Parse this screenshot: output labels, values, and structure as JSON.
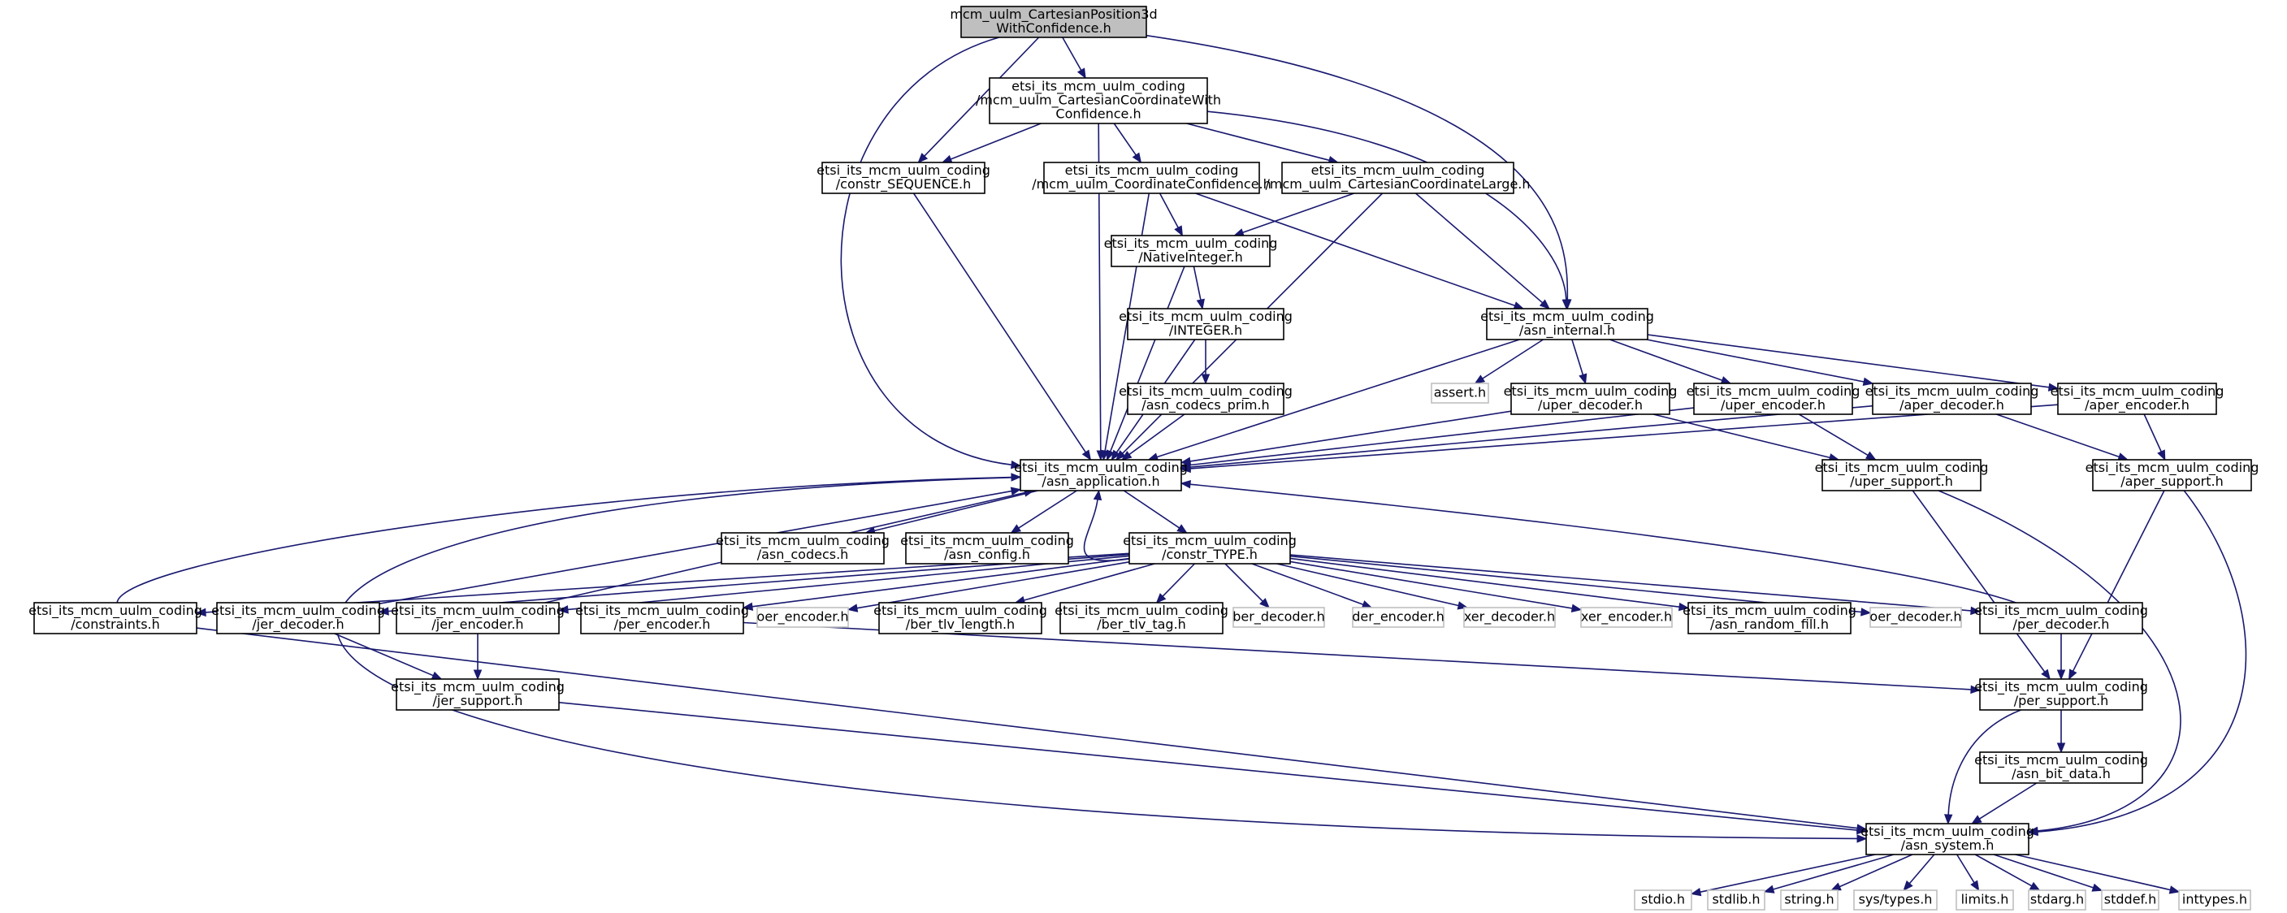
{
  "colors": {
    "edge": "#191970",
    "border": "#000000",
    "ghost_border": "#bfbfbf",
    "root_fill": "#bfbfbf",
    "fill": "#ffffff"
  },
  "nodes": [
    {
      "id": "root",
      "lines": [
        "mcm_uulm_CartesianPosition3d",
        "WithConfidence.h"
      ],
      "style": "root"
    },
    {
      "id": "ccwc",
      "lines": [
        "etsi_its_mcm_uulm_coding",
        "/mcm_uulm_CartesianCoordinateWith",
        "Confidence.h"
      ],
      "style": "normal"
    },
    {
      "id": "cseq",
      "lines": [
        "etsi_its_mcm_uulm_coding",
        "/constr_SEQUENCE.h"
      ],
      "style": "normal"
    },
    {
      "id": "cconf",
      "lines": [
        "etsi_its_mcm_uulm_coding",
        "/mcm_uulm_CoordinateConfidence.h"
      ],
      "style": "normal"
    },
    {
      "id": "cclarge",
      "lines": [
        "etsi_its_mcm_uulm_coding",
        "/mcm_uulm_CartesianCoordinateLarge.h"
      ],
      "style": "normal"
    },
    {
      "id": "nint",
      "lines": [
        "etsi_its_mcm_uulm_coding",
        "/NativeInteger.h"
      ],
      "style": "normal"
    },
    {
      "id": "ainternal",
      "lines": [
        "etsi_its_mcm_uulm_coding",
        "/asn_internal.h"
      ],
      "style": "normal"
    },
    {
      "id": "integer",
      "lines": [
        "etsi_its_mcm_uulm_coding",
        "/INTEGER.h"
      ],
      "style": "normal"
    },
    {
      "id": "assert",
      "lines": [
        "assert.h"
      ],
      "style": "ghost"
    },
    {
      "id": "uperdec",
      "lines": [
        "etsi_its_mcm_uulm_coding",
        "/uper_decoder.h"
      ],
      "style": "normal"
    },
    {
      "id": "uperenc",
      "lines": [
        "etsi_its_mcm_uulm_coding",
        "/uper_encoder.h"
      ],
      "style": "normal"
    },
    {
      "id": "aperdec",
      "lines": [
        "etsi_its_mcm_uulm_coding",
        "/aper_decoder.h"
      ],
      "style": "normal"
    },
    {
      "id": "aperenc",
      "lines": [
        "etsi_its_mcm_uulm_coding",
        "/aper_encoder.h"
      ],
      "style": "normal"
    },
    {
      "id": "codecsprim",
      "lines": [
        "etsi_its_mcm_uulm_coding",
        "/asn_codecs_prim.h"
      ],
      "style": "normal"
    },
    {
      "id": "aapp",
      "lines": [
        "etsi_its_mcm_uulm_coding",
        "/asn_application.h"
      ],
      "style": "normal"
    },
    {
      "id": "upersup",
      "lines": [
        "etsi_its_mcm_uulm_coding",
        "/uper_support.h"
      ],
      "style": "normal"
    },
    {
      "id": "apersup",
      "lines": [
        "etsi_its_mcm_uulm_coding",
        "/aper_support.h"
      ],
      "style": "normal"
    },
    {
      "id": "acodecs",
      "lines": [
        "etsi_its_mcm_uulm_coding",
        "/asn_codecs.h"
      ],
      "style": "normal"
    },
    {
      "id": "aconfig",
      "lines": [
        "etsi_its_mcm_uulm_coding",
        "/asn_config.h"
      ],
      "style": "normal"
    },
    {
      "id": "ctype",
      "lines": [
        "etsi_its_mcm_uulm_coding",
        "/constr_TYPE.h"
      ],
      "style": "normal"
    },
    {
      "id": "constraints",
      "lines": [
        "etsi_its_mcm_uulm_coding",
        "/constraints.h"
      ],
      "style": "normal"
    },
    {
      "id": "jerdec",
      "lines": [
        "etsi_its_mcm_uulm_coding",
        "/jer_decoder.h"
      ],
      "style": "normal"
    },
    {
      "id": "jerenc",
      "lines": [
        "etsi_its_mcm_uulm_coding",
        "/jer_encoder.h"
      ],
      "style": "normal"
    },
    {
      "id": "perenc",
      "lines": [
        "etsi_its_mcm_uulm_coding",
        "/per_encoder.h"
      ],
      "style": "normal"
    },
    {
      "id": "oerenc",
      "lines": [
        "oer_encoder.h"
      ],
      "style": "ghost"
    },
    {
      "id": "bertlvlen",
      "lines": [
        "etsi_its_mcm_uulm_coding",
        "/ber_tlv_length.h"
      ],
      "style": "normal"
    },
    {
      "id": "bertlvtag",
      "lines": [
        "etsi_its_mcm_uulm_coding",
        "/ber_tlv_tag.h"
      ],
      "style": "normal"
    },
    {
      "id": "berdec",
      "lines": [
        "ber_decoder.h"
      ],
      "style": "ghost"
    },
    {
      "id": "derenc",
      "lines": [
        "der_encoder.h"
      ],
      "style": "ghost"
    },
    {
      "id": "xerdec",
      "lines": [
        "xer_decoder.h"
      ],
      "style": "ghost"
    },
    {
      "id": "xerenc",
      "lines": [
        "xer_encoder.h"
      ],
      "style": "ghost"
    },
    {
      "id": "randfill",
      "lines": [
        "etsi_its_mcm_uulm_coding",
        "/asn_random_fill.h"
      ],
      "style": "normal"
    },
    {
      "id": "oerdec",
      "lines": [
        "oer_decoder.h"
      ],
      "style": "ghost"
    },
    {
      "id": "perdec",
      "lines": [
        "etsi_its_mcm_uulm_coding",
        "/per_decoder.h"
      ],
      "style": "normal"
    },
    {
      "id": "jersup",
      "lines": [
        "etsi_its_mcm_uulm_coding",
        "/jer_support.h"
      ],
      "style": "normal"
    },
    {
      "id": "persup",
      "lines": [
        "etsi_its_mcm_uulm_coding",
        "/per_support.h"
      ],
      "style": "normal"
    },
    {
      "id": "bitdata",
      "lines": [
        "etsi_its_mcm_uulm_coding",
        "/asn_bit_data.h"
      ],
      "style": "normal"
    },
    {
      "id": "asystem",
      "lines": [
        "etsi_its_mcm_uulm_coding",
        "/asn_system.h"
      ],
      "style": "normal"
    },
    {
      "id": "stdio",
      "lines": [
        "stdio.h"
      ],
      "style": "ghost"
    },
    {
      "id": "stdlib",
      "lines": [
        "stdlib.h"
      ],
      "style": "ghost"
    },
    {
      "id": "string",
      "lines": [
        "string.h"
      ],
      "style": "ghost"
    },
    {
      "id": "systypes",
      "lines": [
        "sys/types.h"
      ],
      "style": "ghost"
    },
    {
      "id": "limits",
      "lines": [
        "limits.h"
      ],
      "style": "ghost"
    },
    {
      "id": "stdarg",
      "lines": [
        "stdarg.h"
      ],
      "style": "ghost"
    },
    {
      "id": "stddef",
      "lines": [
        "stddef.h"
      ],
      "style": "ghost"
    },
    {
      "id": "inttypes",
      "lines": [
        "inttypes.h"
      ],
      "style": "ghost"
    }
  ],
  "edges": [
    [
      "root",
      "ccwc"
    ],
    [
      "root",
      "cseq"
    ],
    [
      "root",
      "aapp"
    ],
    [
      "root",
      "ainternal"
    ],
    [
      "ccwc",
      "cseq"
    ],
    [
      "ccwc",
      "cconf"
    ],
    [
      "ccwc",
      "cclarge"
    ],
    [
      "ccwc",
      "aapp"
    ],
    [
      "ccwc",
      "ainternal"
    ],
    [
      "cseq",
      "aapp"
    ],
    [
      "cconf",
      "nint"
    ],
    [
      "cconf",
      "aapp"
    ],
    [
      "cconf",
      "ainternal"
    ],
    [
      "cclarge",
      "nint"
    ],
    [
      "cclarge",
      "aapp"
    ],
    [
      "cclarge",
      "ainternal"
    ],
    [
      "nint",
      "integer"
    ],
    [
      "nint",
      "aapp"
    ],
    [
      "integer",
      "codecsprim"
    ],
    [
      "integer",
      "aapp"
    ],
    [
      "codecsprim",
      "aapp"
    ],
    [
      "ainternal",
      "aapp"
    ],
    [
      "ainternal",
      "assert"
    ],
    [
      "ainternal",
      "uperdec"
    ],
    [
      "ainternal",
      "uperenc"
    ],
    [
      "ainternal",
      "aperdec"
    ],
    [
      "ainternal",
      "aperenc"
    ],
    [
      "uperdec",
      "aapp"
    ],
    [
      "uperdec",
      "upersup"
    ],
    [
      "uperenc",
      "aapp"
    ],
    [
      "uperenc",
      "upersup"
    ],
    [
      "aperdec",
      "aapp"
    ],
    [
      "aperdec",
      "apersup"
    ],
    [
      "aperenc",
      "aapp"
    ],
    [
      "aperenc",
      "apersup"
    ],
    [
      "aapp",
      "acodecs"
    ],
    [
      "aapp",
      "aconfig"
    ],
    [
      "aapp",
      "ctype"
    ],
    [
      "aapp",
      "asystem"
    ],
    [
      "ctype",
      "aapp"
    ],
    [
      "ctype",
      "constraints"
    ],
    [
      "ctype",
      "jerdec"
    ],
    [
      "ctype",
      "jerenc"
    ],
    [
      "ctype",
      "perenc"
    ],
    [
      "ctype",
      "oerenc"
    ],
    [
      "ctype",
      "bertlvlen"
    ],
    [
      "ctype",
      "bertlvtag"
    ],
    [
      "ctype",
      "berdec"
    ],
    [
      "ctype",
      "derenc"
    ],
    [
      "ctype",
      "xerdec"
    ],
    [
      "ctype",
      "xerenc"
    ],
    [
      "ctype",
      "randfill"
    ],
    [
      "ctype",
      "oerdec"
    ],
    [
      "ctype",
      "perdec"
    ],
    [
      "constraints",
      "aapp"
    ],
    [
      "constraints",
      "asystem"
    ],
    [
      "jerdec",
      "aapp"
    ],
    [
      "jerdec",
      "jersup"
    ],
    [
      "jerenc",
      "aapp"
    ],
    [
      "jerenc",
      "jersup"
    ],
    [
      "jersup",
      "asystem"
    ],
    [
      "perenc",
      "persup"
    ],
    [
      "perdec",
      "aapp"
    ],
    [
      "perdec",
      "persup"
    ],
    [
      "upersup",
      "persup"
    ],
    [
      "upersup",
      "asystem"
    ],
    [
      "apersup",
      "persup"
    ],
    [
      "apersup",
      "asystem"
    ],
    [
      "persup",
      "bitdata"
    ],
    [
      "persup",
      "asystem"
    ],
    [
      "bitdata",
      "asystem"
    ],
    [
      "asystem",
      "stdio"
    ],
    [
      "asystem",
      "stdlib"
    ],
    [
      "asystem",
      "string"
    ],
    [
      "asystem",
      "systypes"
    ],
    [
      "asystem",
      "limits"
    ],
    [
      "asystem",
      "stdarg"
    ],
    [
      "asystem",
      "stddef"
    ],
    [
      "asystem",
      "inttypes"
    ]
  ]
}
